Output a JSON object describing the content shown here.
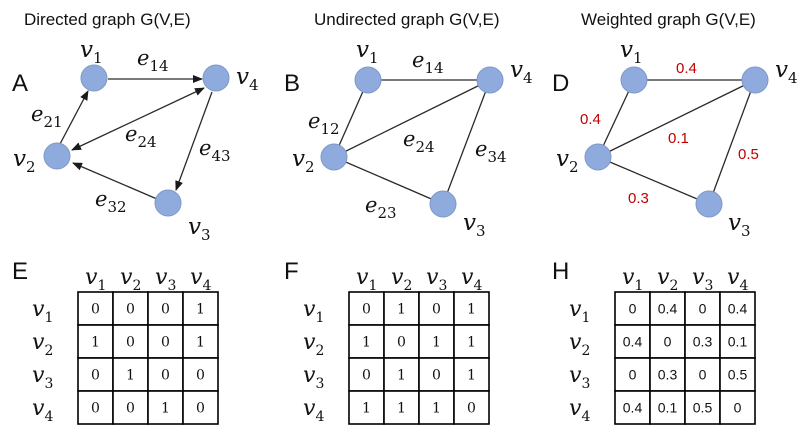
{
  "weight_color": "#c00000",
  "node_color": "#8faadc",
  "panel_labels": {
    "A": "A",
    "B": "B",
    "D": "D",
    "E": "E",
    "F": "F",
    "H": "H"
  },
  "titles": {
    "directed": "Directed graph G(V,E)",
    "undirected": "Undirected graph G(V,E)",
    "weighted": "Weighted graph G(V,E)"
  },
  "vertices": [
    {
      "base": "v",
      "sub": "1"
    },
    {
      "base": "v",
      "sub": "2"
    },
    {
      "base": "v",
      "sub": "3"
    },
    {
      "base": "v",
      "sub": "4"
    }
  ],
  "directed": {
    "edges": [
      {
        "from": "v2",
        "to": "v1",
        "base": "e",
        "sub": "21"
      },
      {
        "from": "v1",
        "to": "v4",
        "base": "e",
        "sub": "14"
      },
      {
        "from": "v2",
        "to": "v4",
        "base": "e",
        "sub": "24",
        "bidirectional": true
      },
      {
        "from": "v4",
        "to": "v3",
        "base": "e",
        "sub": "43"
      },
      {
        "from": "v3",
        "to": "v2",
        "base": "e",
        "sub": "32"
      }
    ]
  },
  "undirected": {
    "edges": [
      {
        "between": [
          "v1",
          "v2"
        ],
        "base": "e",
        "sub": "12"
      },
      {
        "between": [
          "v1",
          "v4"
        ],
        "base": "e",
        "sub": "14"
      },
      {
        "between": [
          "v2",
          "v4"
        ],
        "base": "e",
        "sub": "24"
      },
      {
        "between": [
          "v3",
          "v4"
        ],
        "base": "e",
        "sub": "34"
      },
      {
        "between": [
          "v2",
          "v3"
        ],
        "base": "e",
        "sub": "23"
      }
    ]
  },
  "weighted": {
    "edges": [
      {
        "between": [
          "v1",
          "v2"
        ],
        "weight": "0.4"
      },
      {
        "between": [
          "v1",
          "v4"
        ],
        "weight": "0.4"
      },
      {
        "between": [
          "v2",
          "v4"
        ],
        "weight": "0.1"
      },
      {
        "between": [
          "v3",
          "v4"
        ],
        "weight": "0.5"
      },
      {
        "between": [
          "v2",
          "v3"
        ],
        "weight": "0.3"
      }
    ]
  },
  "matrices": {
    "E": [
      [
        "0",
        "0",
        "0",
        "1"
      ],
      [
        "1",
        "0",
        "0",
        "1"
      ],
      [
        "0",
        "1",
        "0",
        "0"
      ],
      [
        "0",
        "0",
        "1",
        "0"
      ]
    ],
    "F": [
      [
        "0",
        "1",
        "0",
        "1"
      ],
      [
        "1",
        "0",
        "1",
        "1"
      ],
      [
        "0",
        "1",
        "0",
        "1"
      ],
      [
        "1",
        "1",
        "1",
        "0"
      ]
    ],
    "H": [
      [
        "0",
        "0.4",
        "0",
        "0.4"
      ],
      [
        "0.4",
        "0",
        "0.3",
        "0.1"
      ],
      [
        "0",
        "0.3",
        "0",
        "0.5"
      ],
      [
        "0.4",
        "0.1",
        "0.5",
        "0"
      ]
    ]
  }
}
